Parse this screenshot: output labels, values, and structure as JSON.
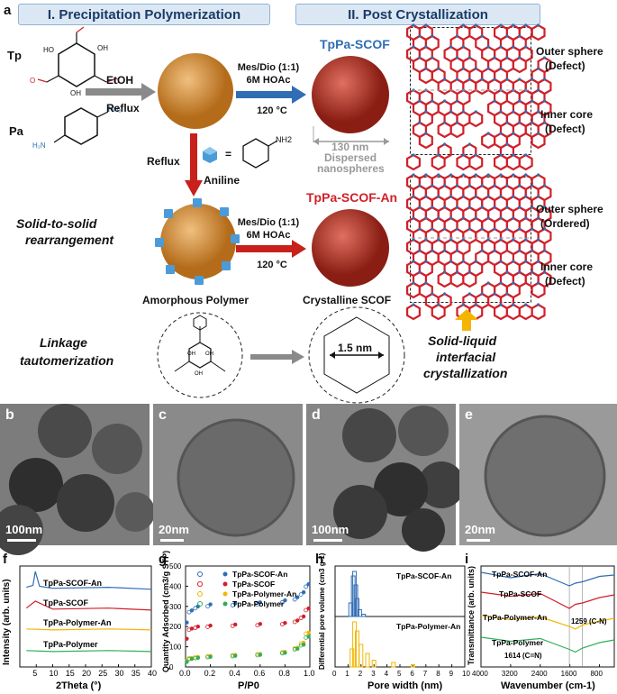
{
  "panel_a": {
    "letter": "a",
    "banner1": "I. Precipitation Polymerization",
    "banner2": "II. Post Crystallization",
    "tp": "Tp",
    "pa": "Pa",
    "etoh": "EtOH",
    "reflux": "Reflux",
    "cond1": [
      "Mes/Dio (1:1)",
      "6M HOAc",
      "120 °C"
    ],
    "cond2": [
      "Mes/Dio (1:1)",
      "6M HOAc",
      "120 °C"
    ],
    "tppa_scof": "TpPa-SCOF",
    "tppa_scof_an": "TpPa-SCOF-An",
    "size": "130 nm",
    "dispersed": [
      "Dispersed",
      "nanospheres"
    ],
    "reflux2": "Reflux",
    "aniline": "Aniline",
    "equals": "=",
    "nh2": "NH2",
    "solid_to_solid": [
      "Solid-to-solid",
      "rearrangement"
    ],
    "outer1": [
      "Outer sphere",
      "(Defect)"
    ],
    "inner1": [
      "Inner core",
      "(Defect)"
    ],
    "outer2": [
      "Outer sphere",
      "(Ordered)"
    ],
    "inner2": [
      "Inner core",
      "(Defect)"
    ],
    "amorphous": "Amorphous Polymer",
    "crystalline": "Crystalline SCOF",
    "linkage": [
      "Linkage",
      "tautomerization"
    ],
    "pore": "1.5 nm",
    "solid_liquid": [
      "Solid-liquid",
      "interfacial",
      "crystallization"
    ]
  },
  "tem": [
    {
      "letter": "b",
      "scale": "100nm"
    },
    {
      "letter": "c",
      "scale": "20nm"
    },
    {
      "letter": "d",
      "scale": "100nm"
    },
    {
      "letter": "e",
      "scale": "20nm"
    }
  ],
  "panel_f": {
    "letter": "f",
    "ylabel": "Intensity (arb. units)",
    "xlabel": "2Theta (°)",
    "ticks": [
      "5",
      "10",
      "15",
      "20",
      "25",
      "30",
      "35",
      "40"
    ],
    "series": [
      "TpPa-SCOF-An",
      "TpPa-SCOF",
      "TpPa-Polymer-An",
      "TpPa-Polymer"
    ]
  },
  "panel_g": {
    "letter": "g",
    "ylabel": "Quantity Adsorbed (cm3/g STP)",
    "xlabel": "P/P0",
    "xticks": [
      "0.0",
      "0.2",
      "0.4",
      "0.6",
      "0.8",
      "1.0"
    ],
    "yticks": [
      "0",
      "100",
      "200",
      "300",
      "400",
      "500"
    ],
    "legend": [
      "TpPa-SCOF-An",
      "TpPa-SCOF",
      "TpPa-Polymer-An",
      "TpPa-Polymer"
    ]
  },
  "panel_h": {
    "letter": "h",
    "ylabel": "Differential pore volume (cm3 g-1)",
    "xlabel": "Pore width (nm)",
    "ticks": [
      "0",
      "1",
      "2",
      "3",
      "4",
      "5",
      "6",
      "7",
      "8",
      "9",
      "10"
    ],
    "series": [
      "TpPa-SCOF-An",
      "TpPa-Polymer-An"
    ]
  },
  "panel_i": {
    "letter": "i",
    "ylabel": "Transmittance (arb. units)",
    "xlabel": "Wavenumber (cm-1)",
    "ticks": [
      "4000",
      "3200",
      "2400",
      "1600",
      "800"
    ],
    "series": [
      "TpPa-SCOF-An",
      "TpPa-SCOF",
      "TpPa-Polymer-An",
      "TpPa-Polymer"
    ],
    "ann1": "1259 (C-N)",
    "ann2": "1614 (C=N)"
  },
  "chart_data": [
    {
      "type": "line",
      "xlabel": "2Theta (°)",
      "ylabel": "Intensity (arb. units)",
      "xlim": [
        0,
        40
      ],
      "series": [
        {
          "name": "TpPa-SCOF-An",
          "x": [
            2,
            4,
            4.7,
            6,
            10,
            27,
            40
          ],
          "values": [
            0.2,
            0.3,
            1.0,
            0.25,
            0.15,
            0.2,
            0.1
          ]
        },
        {
          "name": "TpPa-SCOF",
          "x": [
            2,
            4.7,
            10,
            27,
            40
          ],
          "values": [
            0.15,
            0.5,
            0.1,
            0.15,
            0.05
          ]
        },
        {
          "name": "TpPa-Polymer-An",
          "x": [
            2,
            10,
            27,
            40
          ],
          "values": [
            0.1,
            0.05,
            0.1,
            0.05
          ]
        },
        {
          "name": "TpPa-Polymer",
          "x": [
            2,
            10,
            27,
            40
          ],
          "values": [
            0.1,
            0.05,
            0.1,
            0.05
          ]
        }
      ]
    },
    {
      "type": "scatter",
      "xlabel": "P/P0",
      "ylabel": "Quantity Adsorbed (cm3/g STP)",
      "xlim": [
        0,
        1
      ],
      "ylim": [
        0,
        500
      ],
      "series": [
        {
          "name": "TpPa-SCOF-An",
          "x": [
            0.01,
            0.05,
            0.1,
            0.2,
            0.4,
            0.6,
            0.8,
            0.9,
            0.95,
            0.99
          ],
          "values": [
            220,
            280,
            300,
            310,
            315,
            320,
            330,
            345,
            370,
            410
          ]
        },
        {
          "name": "TpPa-SCOF",
          "x": [
            0.01,
            0.05,
            0.1,
            0.2,
            0.4,
            0.6,
            0.8,
            0.9,
            0.95,
            0.99
          ],
          "values": [
            140,
            190,
            200,
            205,
            210,
            213,
            218,
            230,
            250,
            290
          ]
        },
        {
          "name": "TpPa-Polymer-An",
          "x": [
            0.01,
            0.05,
            0.1,
            0.2,
            0.4,
            0.6,
            0.8,
            0.9,
            0.95,
            0.99
          ],
          "values": [
            30,
            45,
            50,
            55,
            60,
            65,
            75,
            95,
            120,
            170
          ]
        },
        {
          "name": "TpPa-Polymer",
          "x": [
            0.01,
            0.05,
            0.1,
            0.2,
            0.4,
            0.6,
            0.8,
            0.9,
            0.95,
            0.99
          ],
          "values": [
            25,
            40,
            45,
            50,
            55,
            60,
            70,
            90,
            110,
            150
          ]
        }
      ]
    },
    {
      "type": "bar",
      "xlabel": "Pore width (nm)",
      "ylabel": "Differential pore volume (cm3 g-1)",
      "xlim": [
        0,
        10
      ],
      "series": [
        {
          "name": "TpPa-SCOF-An",
          "x": [
            1.2,
            1.4,
            1.5,
            1.6,
            1.7,
            1.9,
            2.2
          ],
          "values": [
            0.3,
            0.9,
            1.0,
            0.7,
            0.4,
            0.15,
            0.05
          ]
        },
        {
          "name": "TpPa-Polymer-An",
          "x": [
            1.3,
            1.5,
            1.7,
            2.0,
            2.5,
            3.0,
            4.5,
            6.0
          ],
          "values": [
            0.4,
            1.0,
            0.8,
            0.5,
            0.3,
            0.15,
            0.1,
            0.05
          ]
        }
      ]
    },
    {
      "type": "line",
      "xlabel": "Wavenumber (cm-1)",
      "ylabel": "Transmittance (arb. units)",
      "xlim": [
        4000,
        400
      ],
      "series": [
        {
          "name": "TpPa-SCOF-An",
          "x": [
            4000,
            3200,
            2400,
            1614,
            1450,
            1259,
            800,
            400
          ],
          "values": [
            0.9,
            0.7,
            0.85,
            0.4,
            0.5,
            0.55,
            0.75,
            0.8
          ]
        },
        {
          "name": "TpPa-SCOF",
          "x": [
            4000,
            3200,
            2400,
            1614,
            1450,
            1259,
            800,
            400
          ],
          "values": [
            0.9,
            0.75,
            0.85,
            0.3,
            0.45,
            0.5,
            0.7,
            0.8
          ]
        },
        {
          "name": "TpPa-Polymer-An",
          "x": [
            4000,
            3200,
            2400,
            1614,
            1450,
            1259,
            800,
            400
          ],
          "values": [
            0.9,
            0.75,
            0.85,
            0.5,
            0.4,
            0.55,
            0.7,
            0.8
          ]
        },
        {
          "name": "TpPa-Polymer",
          "x": [
            4000,
            3200,
            2400,
            1614,
            1450,
            1259,
            800,
            400
          ],
          "values": [
            0.9,
            0.75,
            0.85,
            0.45,
            0.35,
            0.5,
            0.7,
            0.8
          ]
        }
      ]
    }
  ],
  "colors": {
    "blue": "#2f6db5",
    "red": "#d0202a",
    "orange": "#f2b600",
    "green": "#2fae5b",
    "banner": "#dbe8f4",
    "navy": "#1a3a68"
  }
}
